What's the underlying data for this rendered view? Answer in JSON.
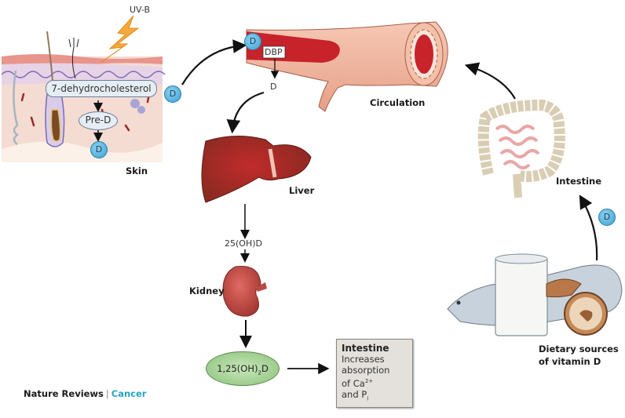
{
  "diagram": {
    "title": "Vitamin D synthesis and metabolism",
    "skin": {
      "label": "Skin",
      "uv_label": "UV-B",
      "precursor": "7-dehydrocholesterol",
      "intermediate": "Pre-D",
      "product": "D"
    },
    "circulation": {
      "label": "Circulation",
      "binding_protein": "DBP",
      "carried": "D",
      "released": "D"
    },
    "free_d_skin": "D",
    "liver": {
      "label": "Liver",
      "product": "25(OH)D"
    },
    "kidney": {
      "label": "Kidney",
      "product_main": "1,25(OH)",
      "product_sub": "2",
      "product_tail": "D"
    },
    "effect_box": {
      "title": "Intestine",
      "line1": "Increases",
      "line2": "absorption",
      "line3_main": "of Ca",
      "line3_sup": "2+",
      "line4_main": "and P",
      "line4_sub": "i"
    },
    "intestine": {
      "label": "Intestine",
      "input": "D"
    },
    "dietary": {
      "line1": "Dietary sources",
      "line2": "of vitamin D"
    },
    "colors": {
      "vitamin_d_ball": "#3aa3d4",
      "blood": "#c8222a",
      "vessel_wall": "#f2b8a0",
      "liver": "#9c2a22",
      "kidney": "#c44a44",
      "calcitriol": "#a9d497",
      "accent": "#2ba3c7"
    }
  },
  "footer": {
    "publisher": "Nature Reviews",
    "separator": "|",
    "journal": "Cancer"
  }
}
